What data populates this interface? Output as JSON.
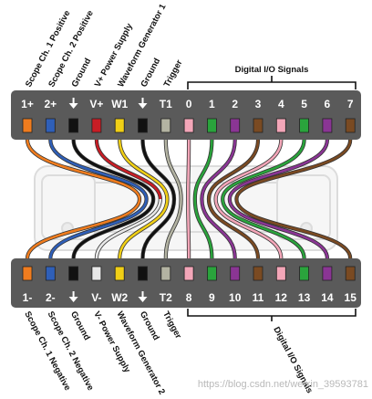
{
  "top_connector": {
    "pins": [
      {
        "label": "1+",
        "name": "Scope Ch. 1 Positive",
        "color": "#f07c1e",
        "icon": ""
      },
      {
        "label": "2+",
        "name": "Scope Ch. 2 Positive",
        "color": "#2f5fb8",
        "icon": ""
      },
      {
        "label": "",
        "name": "Ground",
        "color": "#111111",
        "icon": "ground-arrow-icon"
      },
      {
        "label": "V+",
        "name": "V+ Power Supply",
        "color": "#c81d25",
        "icon": ""
      },
      {
        "label": "W1",
        "name": "Waveform Generator 1",
        "color": "#f0cf16",
        "icon": ""
      },
      {
        "label": "",
        "name": "Ground",
        "color": "#111111",
        "icon": "ground-arrow-icon"
      },
      {
        "label": "T1",
        "name": "Trigger",
        "color": "#b3b3a2",
        "icon": ""
      },
      {
        "label": "0",
        "name": "",
        "color": "#f3a6b8",
        "icon": ""
      },
      {
        "label": "1",
        "name": "",
        "color": "#2aa43c",
        "icon": ""
      },
      {
        "label": "2",
        "name": "",
        "color": "#8a3594",
        "icon": ""
      },
      {
        "label": "3",
        "name": "",
        "color": "#7a4a22",
        "icon": ""
      },
      {
        "label": "4",
        "name": "",
        "color": "#f3a6b8",
        "icon": ""
      },
      {
        "label": "5",
        "name": "",
        "color": "#2aa43c",
        "icon": ""
      },
      {
        "label": "6",
        "name": "",
        "color": "#8a3594",
        "icon": ""
      },
      {
        "label": "7",
        "name": "",
        "color": "#7a4a22",
        "icon": ""
      }
    ],
    "group_label": "Digital I/O Signals"
  },
  "bottom_connector": {
    "pins": [
      {
        "label": "1-",
        "name": "Scope Ch. 1 Negative",
        "color": "#f07c1e",
        "icon": ""
      },
      {
        "label": "2-",
        "name": "Scope Ch. 2 Negative",
        "color": "#2f5fb8",
        "icon": ""
      },
      {
        "label": "",
        "name": "Ground",
        "color": "#111111",
        "icon": "ground-arrow-icon"
      },
      {
        "label": "V-",
        "name": "V- Power Supply",
        "color": "#e8e8e8",
        "icon": ""
      },
      {
        "label": "W2",
        "name": "Waveform Generator 2",
        "color": "#f0cf16",
        "icon": ""
      },
      {
        "label": "",
        "name": "Ground",
        "color": "#111111",
        "icon": "ground-arrow-icon"
      },
      {
        "label": "T2",
        "name": "Trigger",
        "color": "#b3b3a2",
        "icon": ""
      },
      {
        "label": "8",
        "name": "",
        "color": "#f3a6b8",
        "icon": ""
      },
      {
        "label": "9",
        "name": "",
        "color": "#2aa43c",
        "icon": ""
      },
      {
        "label": "10",
        "name": "",
        "color": "#8a3594",
        "icon": ""
      },
      {
        "label": "11",
        "name": "",
        "color": "#7a4a22",
        "icon": ""
      },
      {
        "label": "12",
        "name": "",
        "color": "#f3a6b8",
        "icon": ""
      },
      {
        "label": "13",
        "name": "",
        "color": "#2aa43c",
        "icon": ""
      },
      {
        "label": "14",
        "name": "",
        "color": "#8a3594",
        "icon": ""
      },
      {
        "label": "15",
        "name": "",
        "color": "#7a4a22",
        "icon": ""
      }
    ],
    "group_label": "Digital I/O Signals"
  },
  "watermark": "https://blog.csdn.net/weixin_39593781"
}
